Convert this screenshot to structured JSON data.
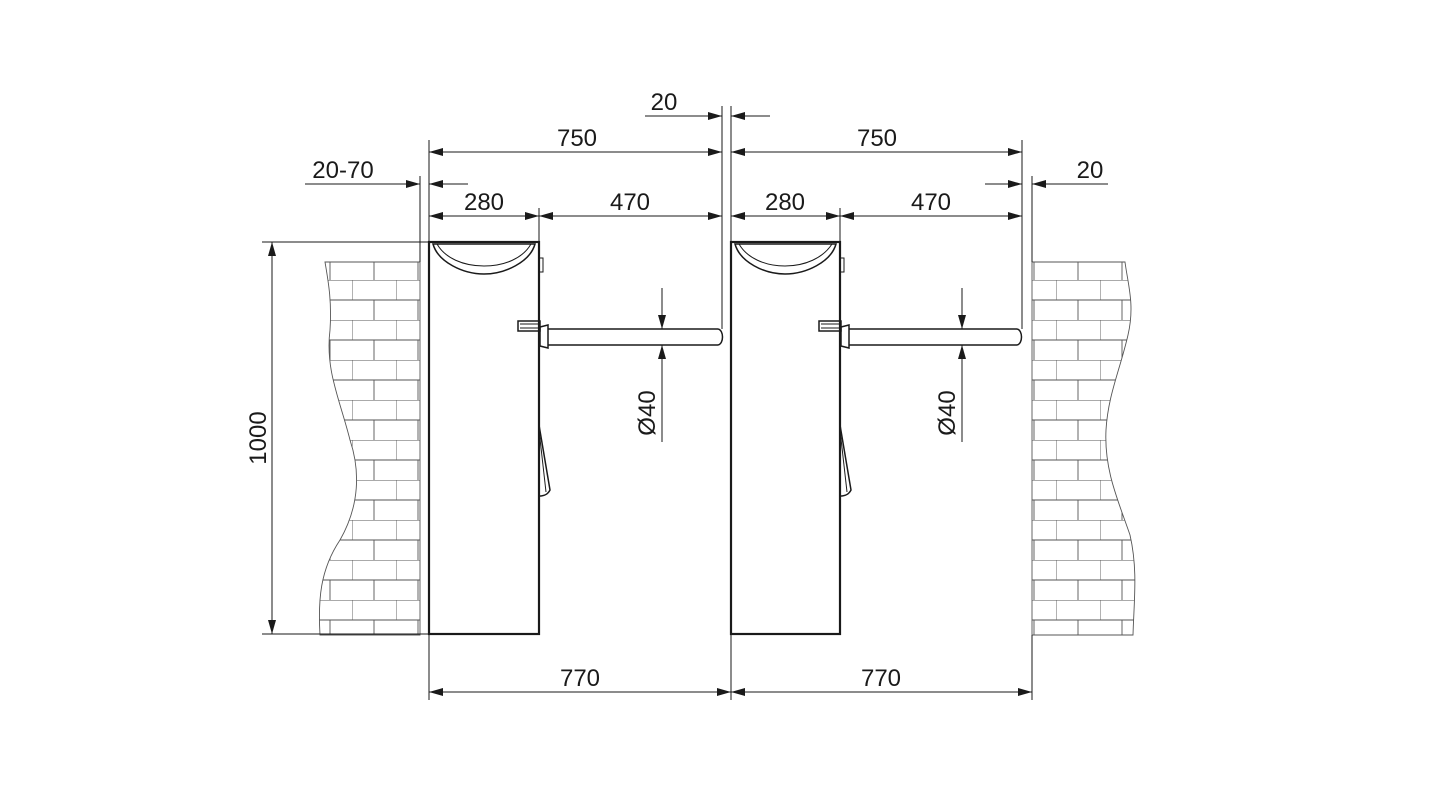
{
  "diagram": {
    "dimensions": {
      "top_gap": "20",
      "left_width": "750",
      "right_width": "750",
      "wall_clearance_left": "20-70",
      "wall_clearance_right": "20",
      "left_body": "280",
      "left_arm": "470",
      "right_body": "280",
      "right_arm": "470",
      "height": "1000",
      "left_pipe_dia": "Ø40",
      "right_pipe_dia": "Ø40",
      "left_bottom": "770",
      "right_bottom": "770"
    },
    "colors": {
      "line": "#1a1a1a",
      "brick": "#555555",
      "background": "#ffffff"
    }
  }
}
